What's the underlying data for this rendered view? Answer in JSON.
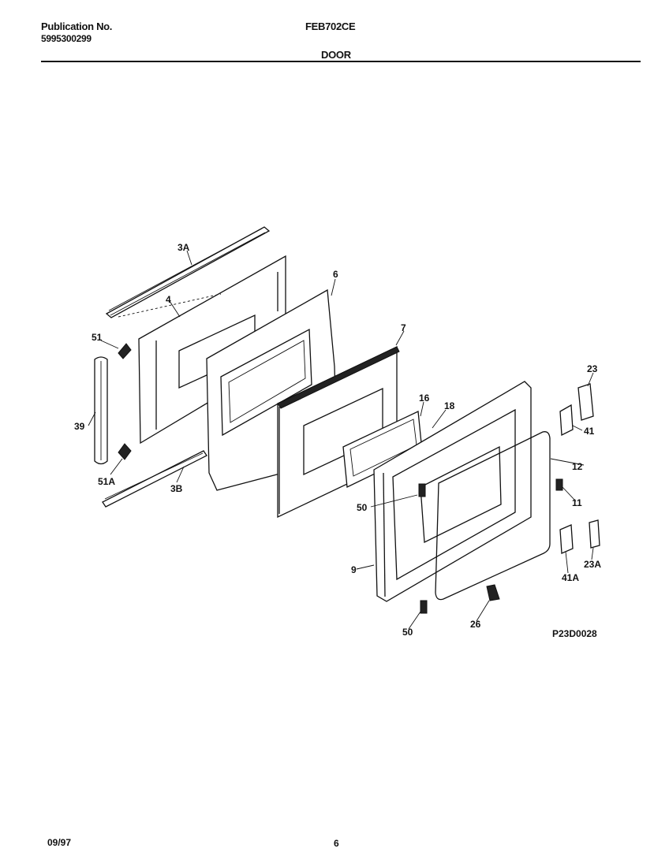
{
  "header": {
    "publication_label": "Publication No.",
    "publication_number": "5995300299",
    "model": "FEB702CE",
    "section": "DOOR"
  },
  "diagram": {
    "code": "P23D0028",
    "callouts": [
      "3A",
      "4",
      "6",
      "7",
      "51",
      "39",
      "51A",
      "3B",
      "16",
      "18",
      "23",
      "41",
      "12",
      "11",
      "50",
      "9",
      "41A",
      "23A",
      "26",
      "50"
    ]
  },
  "footer": {
    "date": "09/97",
    "page": "6"
  }
}
